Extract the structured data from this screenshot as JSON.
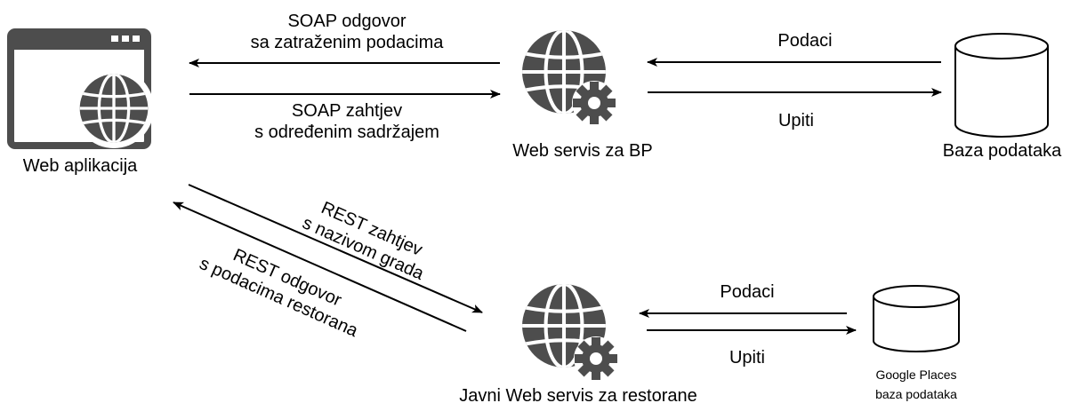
{
  "nodes": {
    "web_app": {
      "label": "Web aplikacija",
      "icon": "browser-window-with-globe-icon"
    },
    "web_service_db": {
      "label": "Web servis za BP",
      "icon": "globe-with-gear-icon"
    },
    "database": {
      "label": "Baza podataka",
      "icon": "database-cylinder-icon"
    },
    "public_service": {
      "label": "Javni Web servis za restorane",
      "icon": "globe-with-gear-icon"
    },
    "google_db": {
      "label_line1": "Google Places",
      "label_line2": "baza podataka",
      "icon": "database-cylinder-icon"
    }
  },
  "edges": {
    "soap_response": {
      "line1": "SOAP odgovor",
      "line2": "sa zatraženim podacima"
    },
    "soap_request": {
      "line1": "SOAP zahtjev",
      "line2": "s određenim sadržajem"
    },
    "db_data": {
      "label": "Podaci"
    },
    "db_queries": {
      "label": "Upiti"
    },
    "rest_request": {
      "line1": "REST zahtjev",
      "line2": "s nazivom grada"
    },
    "rest_response": {
      "line1": "REST odgovor",
      "line2": "s podacima restorana"
    },
    "google_data": {
      "label": "Podaci"
    },
    "google_queries": {
      "label": "Upiti"
    }
  },
  "colors": {
    "icon": "#4d4d4d",
    "line": "#000000",
    "background": "#ffffff"
  }
}
